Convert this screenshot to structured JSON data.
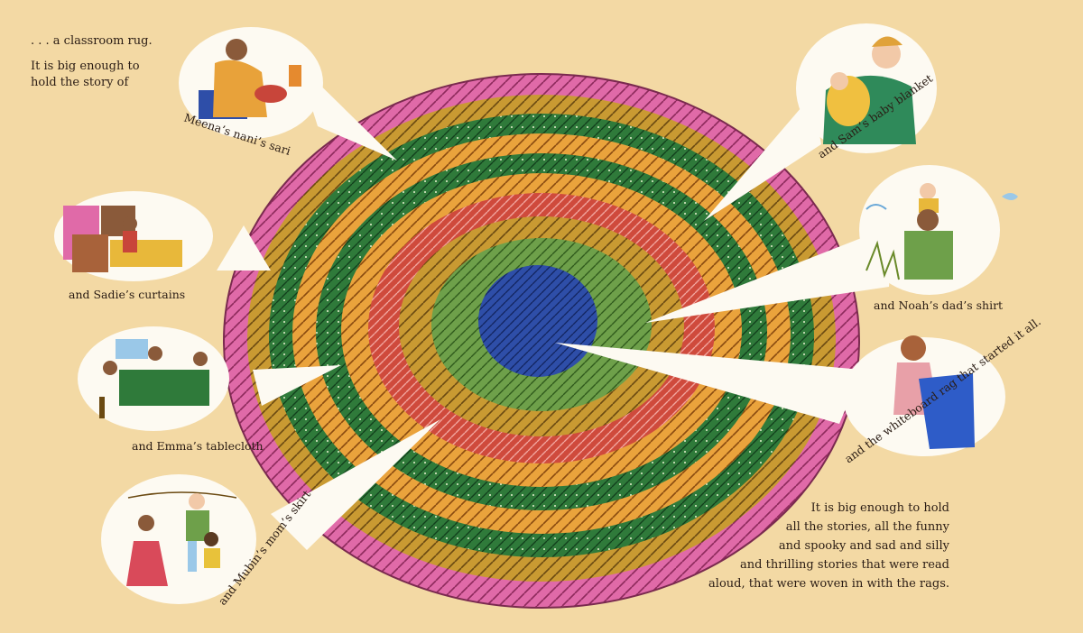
{
  "intro": {
    "line1": ". . . a classroom rug.",
    "line2a": "It is big enough to",
    "line2b": "hold the story of"
  },
  "captions": {
    "meena": "Meena’s nani’s sari",
    "sam": "and Sam’s baby blanket",
    "sadie": "and Sadie’s curtains",
    "noah": "and Noah’s dad’s shirt",
    "emma": "and Emma’s tablecloth",
    "whiteboard": "and the whiteboard rag that started it all.",
    "mubin": "and Mubin’s mom’s skirt"
  },
  "closing": {
    "lines": [
      "It is big enough to hold",
      "all the stories, all the funny",
      "and spooky and sad and silly",
      "and thrilling stories that were read",
      "aloud, that were woven in with the rags."
    ]
  },
  "colors": {
    "background": "#f3d9a4",
    "rug_rings": [
      "#d9559a",
      "#c79a2a",
      "#2f7a3a",
      "#e6a23a",
      "#3e8b3e",
      "#e58a2f",
      "#c8453a",
      "#6fa04a",
      "#2e4ea8"
    ]
  }
}
